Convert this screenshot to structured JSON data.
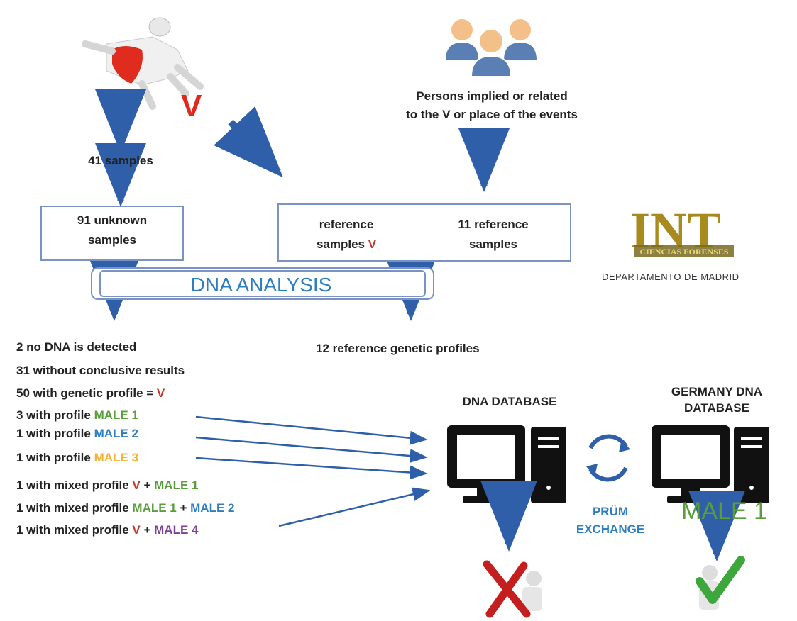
{
  "victim_label": "V",
  "persons": {
    "line1": "Persons implied or related",
    "line2": "to the V or place of the events"
  },
  "samples_41": "41 samples",
  "unknown_box": {
    "line1": "91 unknown",
    "line2": "samples"
  },
  "reference_box": {
    "left_line1": "reference",
    "left_line2": "samples",
    "left_v": "V",
    "right_line1": "11 reference",
    "right_line2": "samples"
  },
  "dna_analysis": "DNA ANALYSIS",
  "logo": {
    "letters": "INT",
    "ribbon": "CIENCIAS FORENSES",
    "subtitle": "DEPARTAMENTO DE MADRID"
  },
  "reference_profiles": "12 reference genetic profiles",
  "results": [
    {
      "prefix": "2 no DNA is detected"
    },
    {
      "prefix": "31 without conclusive results"
    },
    {
      "prefix": "50 with genetic profile = ",
      "p1": "V"
    },
    {
      "prefix": "3 with profile ",
      "p1": "MALE 1"
    },
    {
      "prefix": "1 with profile ",
      "p1": "MALE 2"
    },
    {
      "prefix": "1 with profile ",
      "p1": "MALE 3"
    },
    {
      "prefix": "1 with mixed profile ",
      "p1": "V",
      "plus": " + ",
      "p2": "MALE 1"
    },
    {
      "prefix": "1 with mixed profile ",
      "p1": "MALE 1",
      "plus": " + ",
      "p2": "MALE 2"
    },
    {
      "prefix": "1 with mixed profile ",
      "p1": "V",
      "plus": " + ",
      "p2": "MALE 4"
    }
  ],
  "dna_database": "DNA DATABASE",
  "germany_db": {
    "line1": "GERMANY DNA",
    "line2": "DATABASE"
  },
  "prum": {
    "line1": "PRÜM",
    "line2": "EXCHANGE"
  },
  "germany_match": "MALE 1",
  "colors": {
    "arrow": "#2e5fa8",
    "victim": "#c0392b",
    "male1": "#5a9e3c",
    "male2": "#2f7ec1",
    "male3": "#f2b233",
    "male4": "#7d3f98",
    "box_border": "#7b93c4",
    "person_skin": "#f3c08a",
    "person_body": "#5a7fb5"
  },
  "icons": [
    "victim-figure-icon",
    "people-group-icon",
    "computer-icon",
    "server-tower-icon",
    "sync-arrows-icon",
    "red-x-figure-icon",
    "green-check-figure-icon"
  ]
}
